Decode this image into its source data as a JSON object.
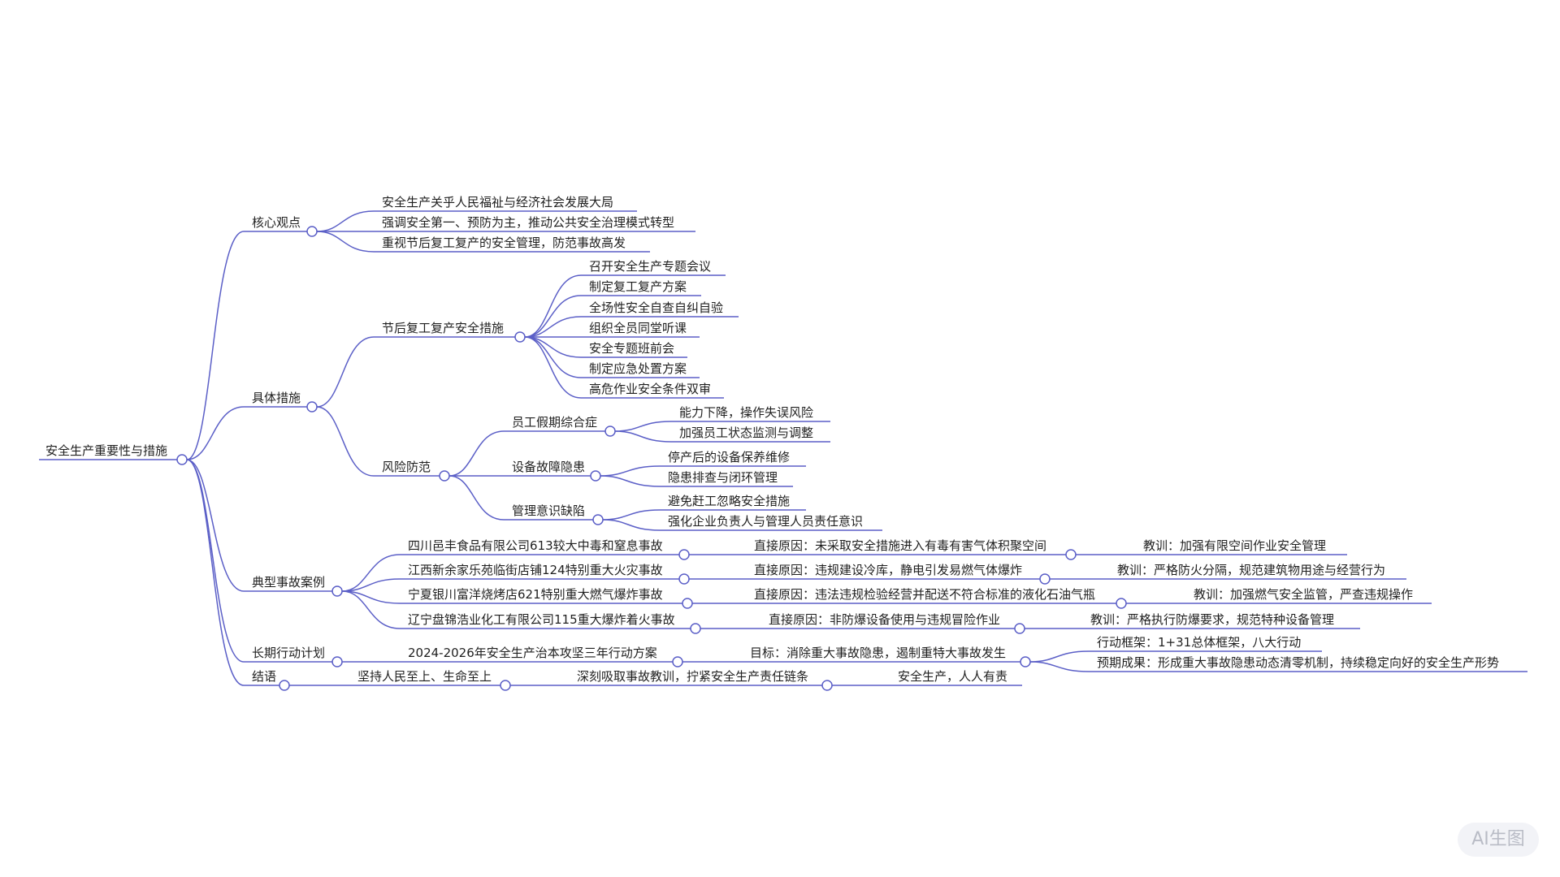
{
  "theme": {
    "line_color": "#5b5fc7",
    "text_color": "#1f1f1f",
    "background": "#ffffff"
  },
  "watermark": "AI生图",
  "root": {
    "text": "安全生产重要性与措施",
    "children": [
      {
        "text": "核心观点",
        "children": [
          {
            "text": "安全生产关乎人民福祉与经济社会发展大局"
          },
          {
            "text": "强调安全第一、预防为主，推动公共安全治理模式转型"
          },
          {
            "text": "重视节后复工复产的安全管理，防范事故高发"
          }
        ]
      },
      {
        "text": "具体措施",
        "children": [
          {
            "text": "节后复工复产安全措施",
            "children": [
              {
                "text": "召开安全生产专题会议"
              },
              {
                "text": "制定复工复产方案"
              },
              {
                "text": "全场性安全自查自纠自验"
              },
              {
                "text": "组织全员同堂听课"
              },
              {
                "text": "安全专题班前会"
              },
              {
                "text": "制定应急处置方案"
              },
              {
                "text": "高危作业安全条件双审"
              }
            ]
          },
          {
            "text": "风险防范",
            "children": [
              {
                "text": "员工假期综合症",
                "children": [
                  {
                    "text": "能力下降，操作失误风险"
                  },
                  {
                    "text": "加强员工状态监测与调整"
                  }
                ]
              },
              {
                "text": "设备故障隐患",
                "children": [
                  {
                    "text": "停产后的设备保养维修"
                  },
                  {
                    "text": "隐患排查与闭环管理"
                  }
                ]
              },
              {
                "text": "管理意识缺陷",
                "children": [
                  {
                    "text": "避免赶工忽略安全措施"
                  },
                  {
                    "text": "强化企业负责人与管理人员责任意识"
                  }
                ]
              }
            ]
          }
        ]
      },
      {
        "text": "典型事故案例",
        "children": [
          {
            "text": "四川邑丰食品有限公司613较大中毒和窒息事故",
            "children": [
              {
                "text": "直接原因：未采取安全措施进入有毒有害气体积聚空间",
                "children": [
                  {
                    "text": "教训：加强有限空间作业安全管理"
                  }
                ]
              }
            ]
          },
          {
            "text": "江西新余家乐苑临街店铺124特别重大火灾事故",
            "children": [
              {
                "text": "直接原因：违规建设冷库，静电引发易燃气体爆炸",
                "children": [
                  {
                    "text": "教训：严格防火分隔，规范建筑物用途与经营行为"
                  }
                ]
              }
            ]
          },
          {
            "text": "宁夏银川富洋烧烤店621特别重大燃气爆炸事故",
            "children": [
              {
                "text": "直接原因：违法违规检验经营并配送不符合标准的液化石油气瓶",
                "children": [
                  {
                    "text": "教训：加强燃气安全监管，严查违规操作"
                  }
                ]
              }
            ]
          },
          {
            "text": "辽宁盘锦浩业化工有限公司115重大爆炸着火事故",
            "children": [
              {
                "text": "直接原因：非防爆设备使用与违规冒险作业",
                "children": [
                  {
                    "text": "教训：严格执行防爆要求，规范特种设备管理"
                  }
                ]
              }
            ]
          }
        ]
      },
      {
        "text": "长期行动计划",
        "children": [
          {
            "text": "2024-2026年安全生产治本攻坚三年行动方案",
            "children": [
              {
                "text": "目标：消除重大事故隐患，遏制重特大事故发生",
                "children": [
                  {
                    "text": "行动框架：1+31总体框架，八大行动"
                  },
                  {
                    "text": "预期成果：形成重大事故隐患动态清零机制，持续稳定向好的安全生产形势"
                  }
                ]
              }
            ]
          }
        ]
      },
      {
        "text": "结语",
        "children": [
          {
            "text": "坚持人民至上、生命至上",
            "children": [
              {
                "text": "深刻吸取事故教训，拧紧安全生产责任链条",
                "children": [
                  {
                    "text": "安全生产，人人有责"
                  }
                ]
              }
            ]
          }
        ]
      }
    ]
  }
}
